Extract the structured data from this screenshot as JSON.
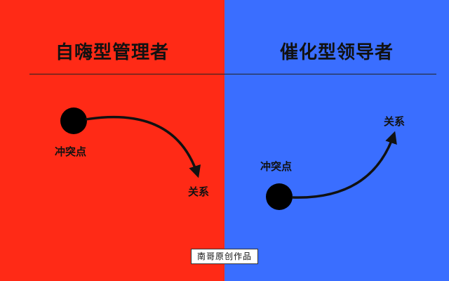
{
  "colors": {
    "left_panel": "#ff2a16",
    "right_panel": "#3a6eff",
    "ink": "#111111"
  },
  "left": {
    "title": "自嗨型管理者",
    "start_label": "冲突点",
    "end_label": "关系"
  },
  "right": {
    "title": "催化型领导者",
    "start_label": "冲突点",
    "end_label": "关系"
  },
  "watermark": "南哥原创作品"
}
